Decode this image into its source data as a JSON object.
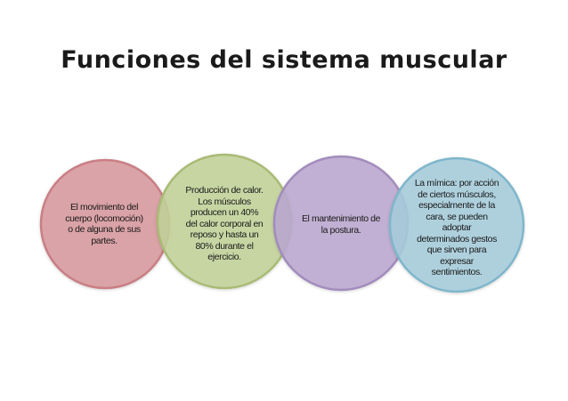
{
  "title": "Funciones del sistema muscular",
  "circles": [
    {
      "text": "El movimiento del\ncuerpo (locomoción)\no de alguna de sus\npartes.",
      "fill": "#d89a9e",
      "stroke": "#c97f85"
    },
    {
      "text": "Producción de calor.\nLos músculos\nproducen un 40%\ndel calor corporal en\nreposo y hasta un\n80% durante el\nejercicio.",
      "fill": "#c3d19a",
      "stroke": "#a9bb74"
    },
    {
      "text": "El mantenimiento de\nla postura.",
      "fill": "#bca9d0",
      "stroke": "#a28cbc"
    },
    {
      "text": "La mímica: por acción\nde ciertos músculos,\nespecialmente de la\ncara, se pueden\nadoptar\ndeterminados gestos\nque sirven para\nexpresar\nsentimientos.",
      "fill": "#a6cddc",
      "stroke": "#7fb6cb"
    }
  ]
}
